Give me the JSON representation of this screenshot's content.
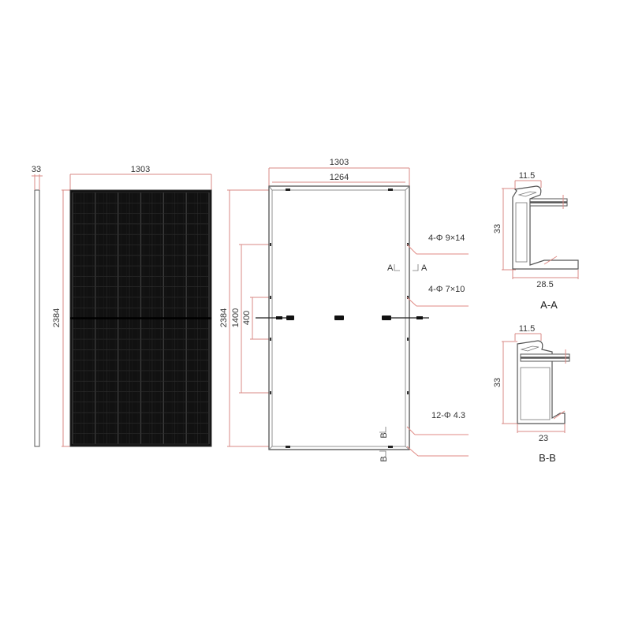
{
  "colors": {
    "dimension_line": "#d98a84",
    "outline": "#555555",
    "panel_fill": "#111111",
    "text": "#333333"
  },
  "side_view": {
    "thickness": "33",
    "height": "2384"
  },
  "front_view": {
    "width": "1303",
    "height": "2384"
  },
  "back_view": {
    "outer_width": "1303",
    "inner_width": "1264",
    "height": "2384",
    "hole_span": "1400",
    "inner_span": "400",
    "callout_1": "4-Φ 9×14",
    "callout_2": "4-Φ 7×10",
    "callout_3": "12-Φ 4.3",
    "section_a_left": "A",
    "section_a_right": "A",
    "section_b_left": "B",
    "section_b_right": "B"
  },
  "section_a": {
    "top_width": "11.5",
    "height": "33",
    "bottom_width": "28.5",
    "title": "A-A"
  },
  "section_b": {
    "top_width": "11.5",
    "height": "33",
    "bottom_width": "23",
    "title": "B-B"
  }
}
